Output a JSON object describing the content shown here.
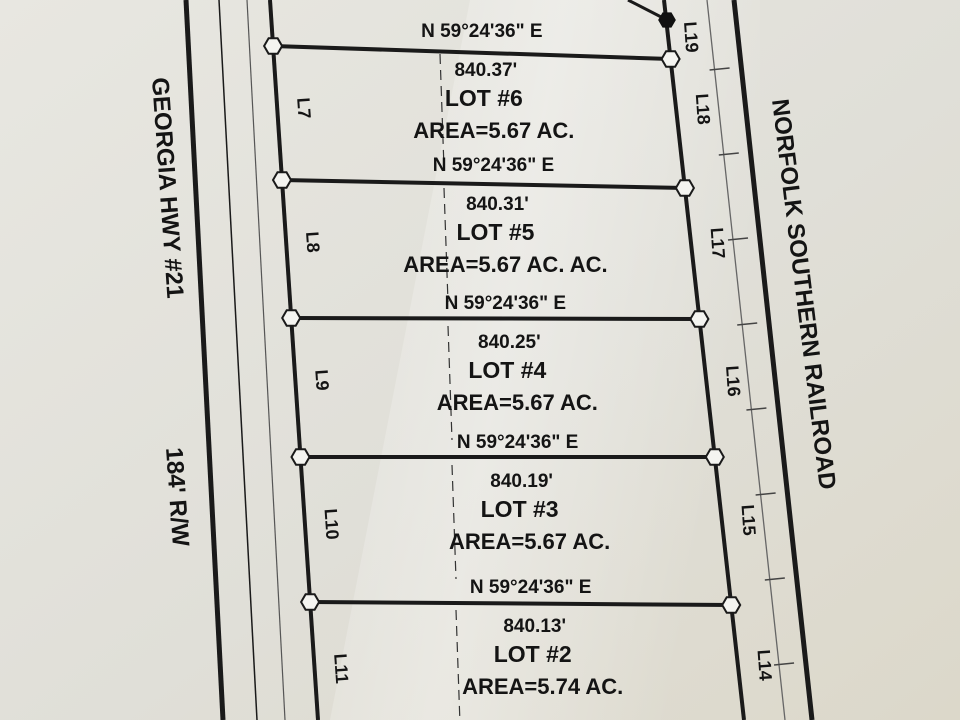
{
  "map": {
    "roads": {
      "highway_name": "GEORGIA HWY #21",
      "highway_row": "184' R/W",
      "railroad": "NORFOLK SOUTHERN RAILROAD"
    },
    "top_segment": "L19",
    "lots": [
      {
        "bearing": "N 59°24'36\" E",
        "distance": "840.37'",
        "name": "LOT #6",
        "area": "AREA=5.67 AC.",
        "left_segment": "L7",
        "right_segment": "L18"
      },
      {
        "bearing": "N 59°24'36\" E",
        "distance": "840.31'",
        "name": "LOT #5",
        "area": "AREA=5.67 AC. AC.",
        "left_segment": "L8",
        "right_segment": "L17"
      },
      {
        "bearing": "N 59°24'36\" E",
        "distance": "840.25'",
        "name": "LOT #4",
        "area": "AREA=5.67 AC.",
        "left_segment": "L9",
        "right_segment": "L16"
      },
      {
        "bearing": "N 59°24'36\" E",
        "distance": "840.19'",
        "name": "LOT #3",
        "area": "AREA=5.67 AC.",
        "left_segment": "L10",
        "right_segment": "L15"
      },
      {
        "bearing": "N 59°24'36\" E",
        "distance": "840.13'",
        "name": "LOT #2",
        "area": "AREA=5.74 AC.",
        "left_segment": "L11",
        "right_segment": "L14"
      }
    ]
  }
}
